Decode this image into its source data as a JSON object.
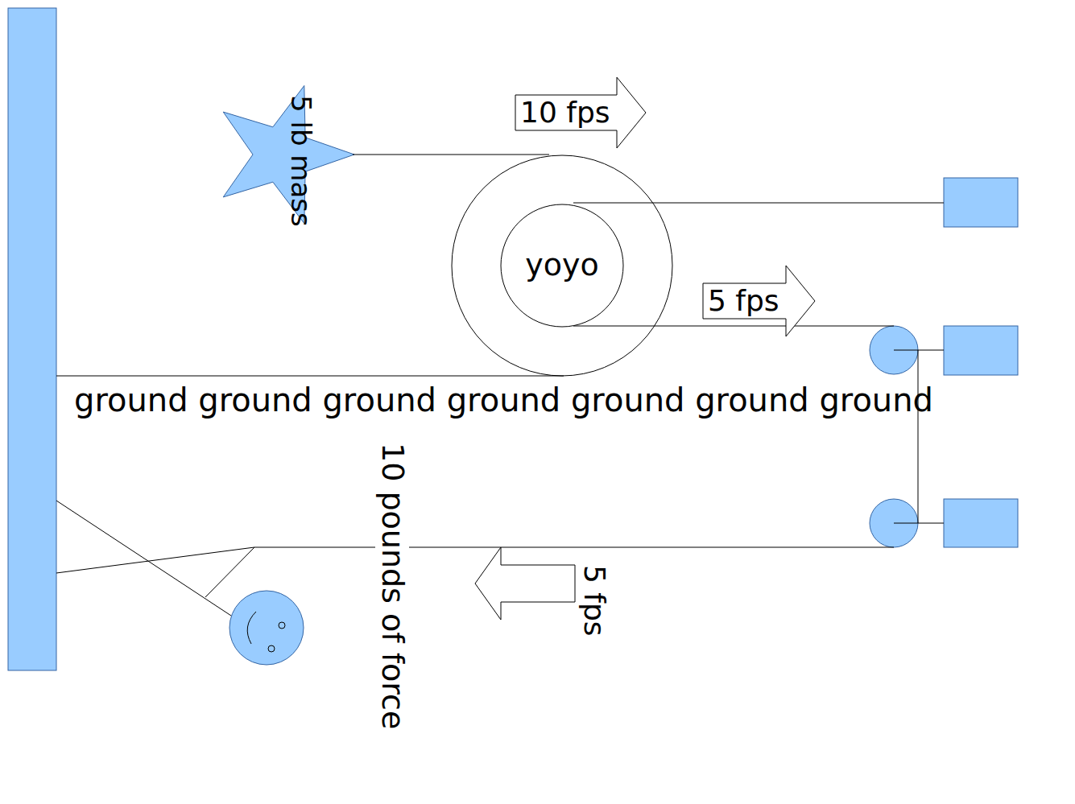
{
  "diagram": {
    "nodes": [
      {
        "text": [
          "yoyo"
        ]
      },
      {
        "text": [
          "10 fps"
        ]
      },
      {
        "text": [
          "5 fps"
        ]
      },
      {
        "text": [
          "5 fps"
        ]
      }
    ],
    "labels": [
      "5 lb mass",
      "ground ground ground ground ground ground ground",
      "10 pounds  of force"
    ]
  }
}
